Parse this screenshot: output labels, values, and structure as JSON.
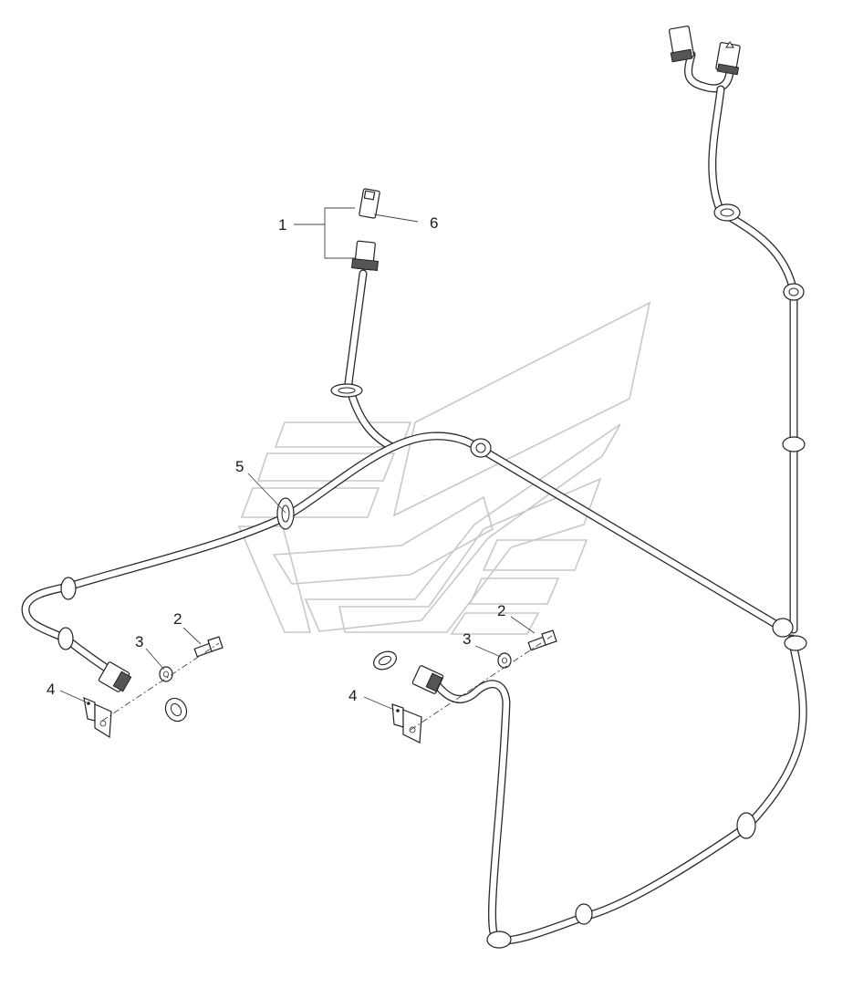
{
  "callouts": {
    "c1": "1",
    "c6": "6",
    "c5": "5",
    "c2_left": "2",
    "c3_left": "3",
    "c4_left": "4",
    "c2_right": "2",
    "c3_right": "3",
    "c4_right": "4"
  },
  "colors": {
    "line": "#2a2a2a",
    "watermark": "#c8c8c8",
    "background": "#ffffff"
  },
  "icons": {
    "watermark": "manufacturer-logo-watermark"
  }
}
